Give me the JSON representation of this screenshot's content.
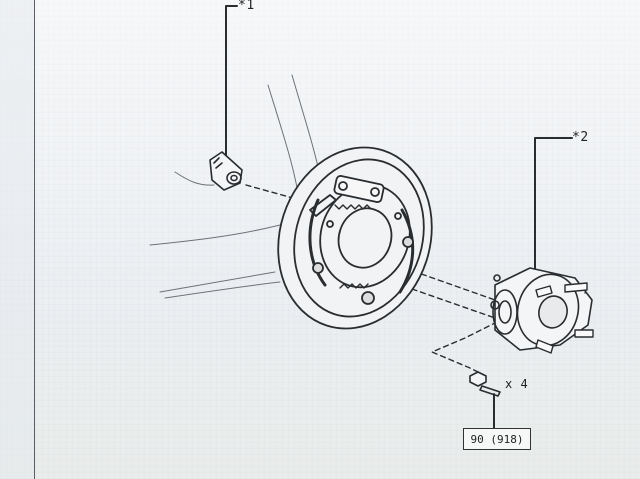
{
  "callouts": {
    "callout_1": "*1",
    "callout_2": "*2"
  },
  "bolt": {
    "quantity": "x 4",
    "torque": "90 (918)"
  },
  "colors": {
    "line": "#2a2d30",
    "background": "#eceff2"
  }
}
